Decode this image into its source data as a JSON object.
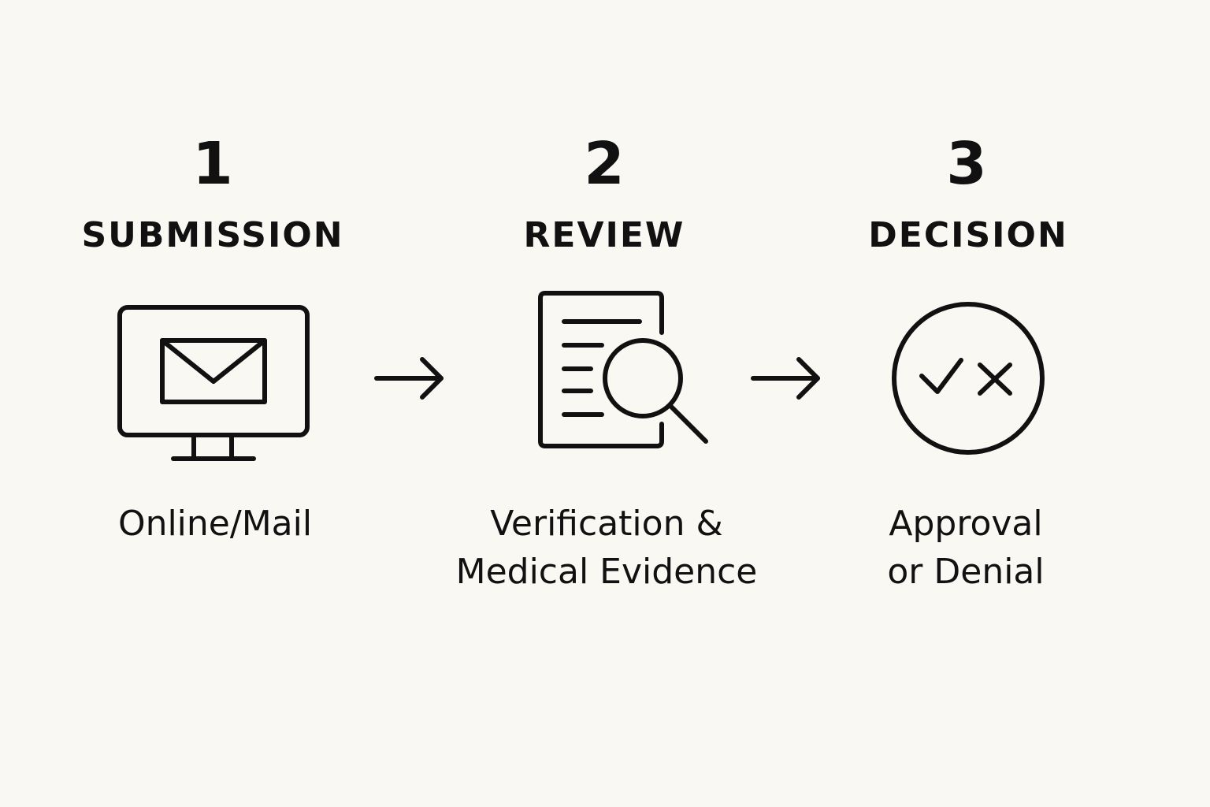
{
  "steps": [
    {
      "number": "1",
      "title": "SUBMISSION",
      "description": "Online/Mail",
      "icon": "computer-mail-icon"
    },
    {
      "number": "2",
      "title": "REVIEW",
      "description": "Verification &\nMedical Evidence",
      "icon": "document-search-icon"
    },
    {
      "number": "3",
      "title": "DECISION",
      "description": "Approval\nor Denial",
      "icon": "check-x-circle-icon"
    }
  ],
  "connectors": [
    "arrow-right-icon",
    "arrow-right-icon"
  ],
  "colors": {
    "background": "#faf8f3",
    "ink": "#111111"
  }
}
